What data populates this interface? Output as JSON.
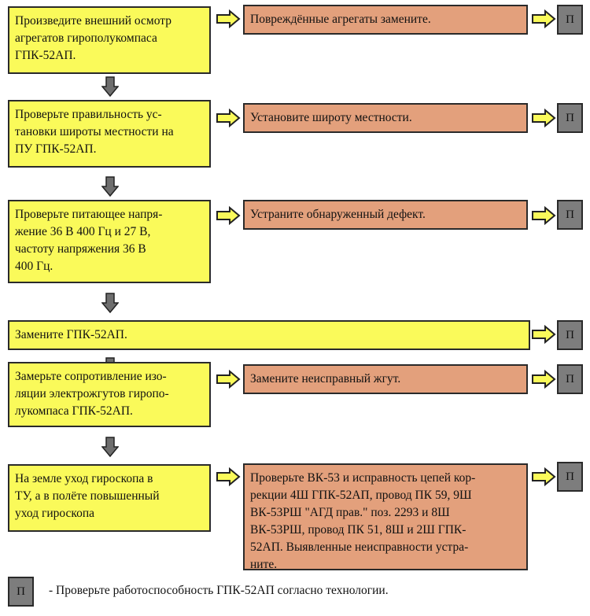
{
  "diagram": {
    "steps": [
      {
        "check": "Произведите внешний осмотр\nагрегатов гирополукомпаса\nГПК-52АП.",
        "action": "Повреждённые агрегаты замените."
      },
      {
        "check": "Проверьте правильность ус-\nтановки широты местности на\nПУ ГПК-52АП.",
        "action": "Установите широту местности."
      },
      {
        "check": "Проверьте питающее напря-\nжение 36 В 400 Гц и 27 В,\nчастоту напряжения 36 В\n400 Гц.",
        "action": "Устраните обнаруженный дефект."
      },
      {
        "check": "Замените ГПК-52АП.",
        "action": ""
      },
      {
        "check": "Замерьте сопротивление изо-\nляции электрожгутов гиропо-\nлукомпаса ГПК-52АП.",
        "action": "Замените неисправный жгут."
      },
      {
        "check": "На земле уход гироскопа в\nТУ, а в полёте повышенный\nуход гироскопа",
        "action": "Проверьте ВК-53 и исправность цепей кор-\nрекции 4Ш ГПК-52АП, провод ПК 59, 9Ш\nВК-53РШ \"АГД прав.\" поз. 2293 и 8Ш\nВК-53РШ, провод ПК 51, 8Ш и 2Ш ГПК-\n52АП. Выявленные неисправности устра-\nните."
      }
    ],
    "p_label": "П"
  },
  "legend": {
    "symbol": "П",
    "text": "- Проверьте работоспособность ГПК-52АП согласно технологии."
  },
  "colors": {
    "check_box": "#fafa5a",
    "action_box": "#e3a07c",
    "p_box": "#7d7d7d",
    "arrow_fill": "#fafa5a",
    "down_arrow_fill": "#6e6e6e"
  }
}
